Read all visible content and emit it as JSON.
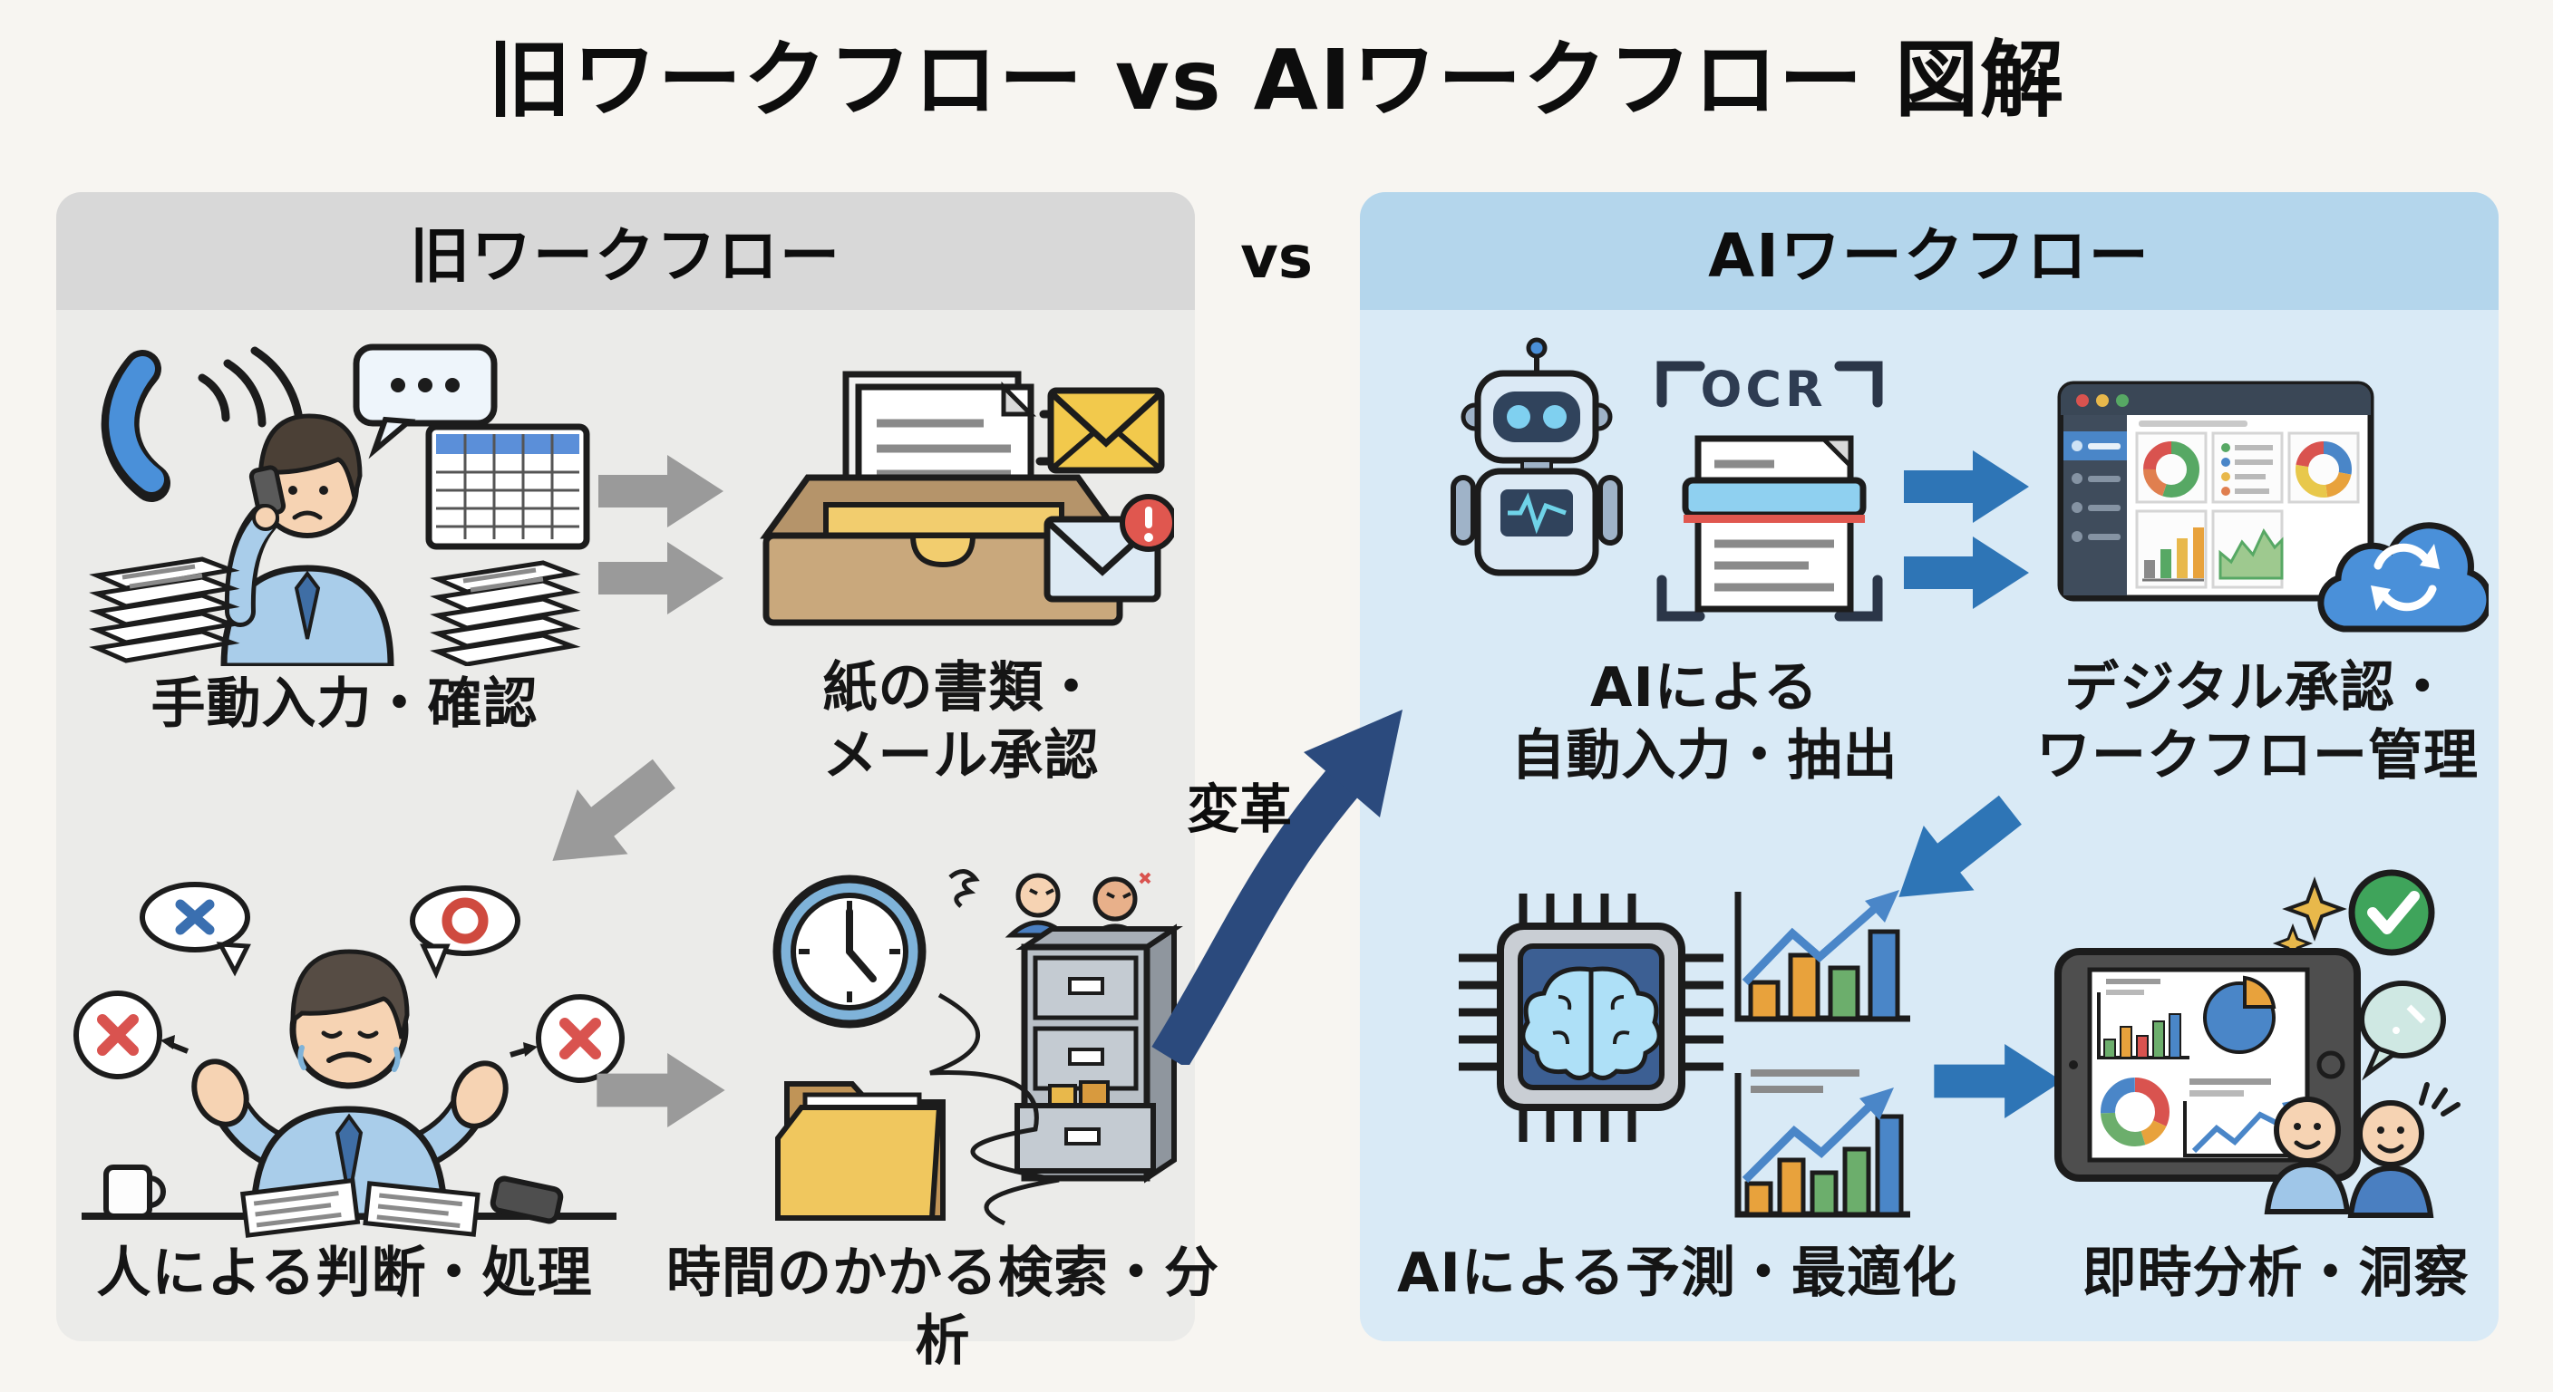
{
  "title": "旧ワークフロー vs AIワークフロー 図解",
  "vs_label": "vs",
  "transform_label": "変革",
  "old_workflow": {
    "header": "旧ワークフロー",
    "steps": [
      {
        "id": "manual-input",
        "lines": [
          "手動入力・確認"
        ]
      },
      {
        "id": "paper-mail",
        "lines": [
          "紙の書類・",
          "メール承認"
        ]
      },
      {
        "id": "human-judgment",
        "lines": [
          "人による判断・処理"
        ]
      },
      {
        "id": "slow-search",
        "lines": [
          "時間のかかる検索・分析"
        ]
      }
    ]
  },
  "ai_workflow": {
    "header": "AIワークフロー",
    "ocr_label": "OCR",
    "steps": [
      {
        "id": "auto-input",
        "lines": [
          "AIによる",
          "自動入力・抽出"
        ]
      },
      {
        "id": "digital-approval",
        "lines": [
          "デジタル承認・",
          "ワークフロー管理"
        ]
      },
      {
        "id": "prediction",
        "lines": [
          "AIによる予測・最適化"
        ]
      },
      {
        "id": "instant-insight",
        "lines": [
          "即時分析・洞察"
        ]
      }
    ]
  },
  "icons": {
    "old_step_1": "busy-worker-phone-illustration",
    "old_step_2": "paper-inbox-envelopes-illustration",
    "old_step_3": "stressed-worker-illustration",
    "old_step_4": "clock-filing-cabinet-illustration",
    "ai_step_1": "robot-ocr-scan-illustration",
    "ai_step_2": "dashboard-cloud-sync-illustration",
    "ai_step_3": "ai-chip-brain-charts-illustration",
    "ai_step_4": "tablet-analytics-people-illustration",
    "transform": "curved-up-arrow-icon"
  },
  "colors": {
    "background": "#f7f5f1",
    "old_panel_body": "#ebebe9",
    "old_panel_header": "#d8d8d8",
    "ai_panel_body": "#d9eaf6",
    "ai_panel_header": "#b4d6ec",
    "arrow_gray": "#9a9a9a",
    "arrow_blue": "#2e75b6",
    "transform_arrow_navy": "#2b4a7d",
    "check_green": "#3fa45b",
    "alert_red": "#e0574f",
    "envelope_yellow": "#f2c94c",
    "text": "#0d0d0d"
  }
}
